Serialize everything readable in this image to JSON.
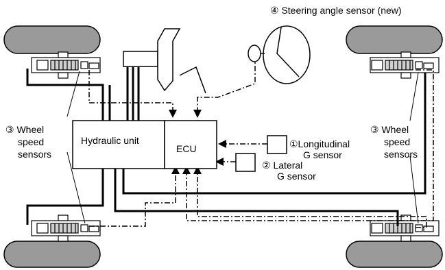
{
  "labels": {
    "steering": "④ Steering angle sensor (new)",
    "hydraulic": "Hydraulic unit",
    "ecu": "ECU",
    "longitudinal_line1": "①Longitudinal",
    "longitudinal_line2": "G sensor",
    "lateral_line1": "② Lateral",
    "lateral_line2": "G sensor",
    "wheel_left_line1": "③  Wheel",
    "wheel_left_line2": "speed",
    "wheel_left_line3": "sensors",
    "wheel_right_line1": "③  Wheel",
    "wheel_right_line2": "speed",
    "wheel_right_line3": "sensors"
  },
  "colors": {
    "tire": "#9a9a9a",
    "line": "#000000",
    "background": "#ffffff"
  }
}
